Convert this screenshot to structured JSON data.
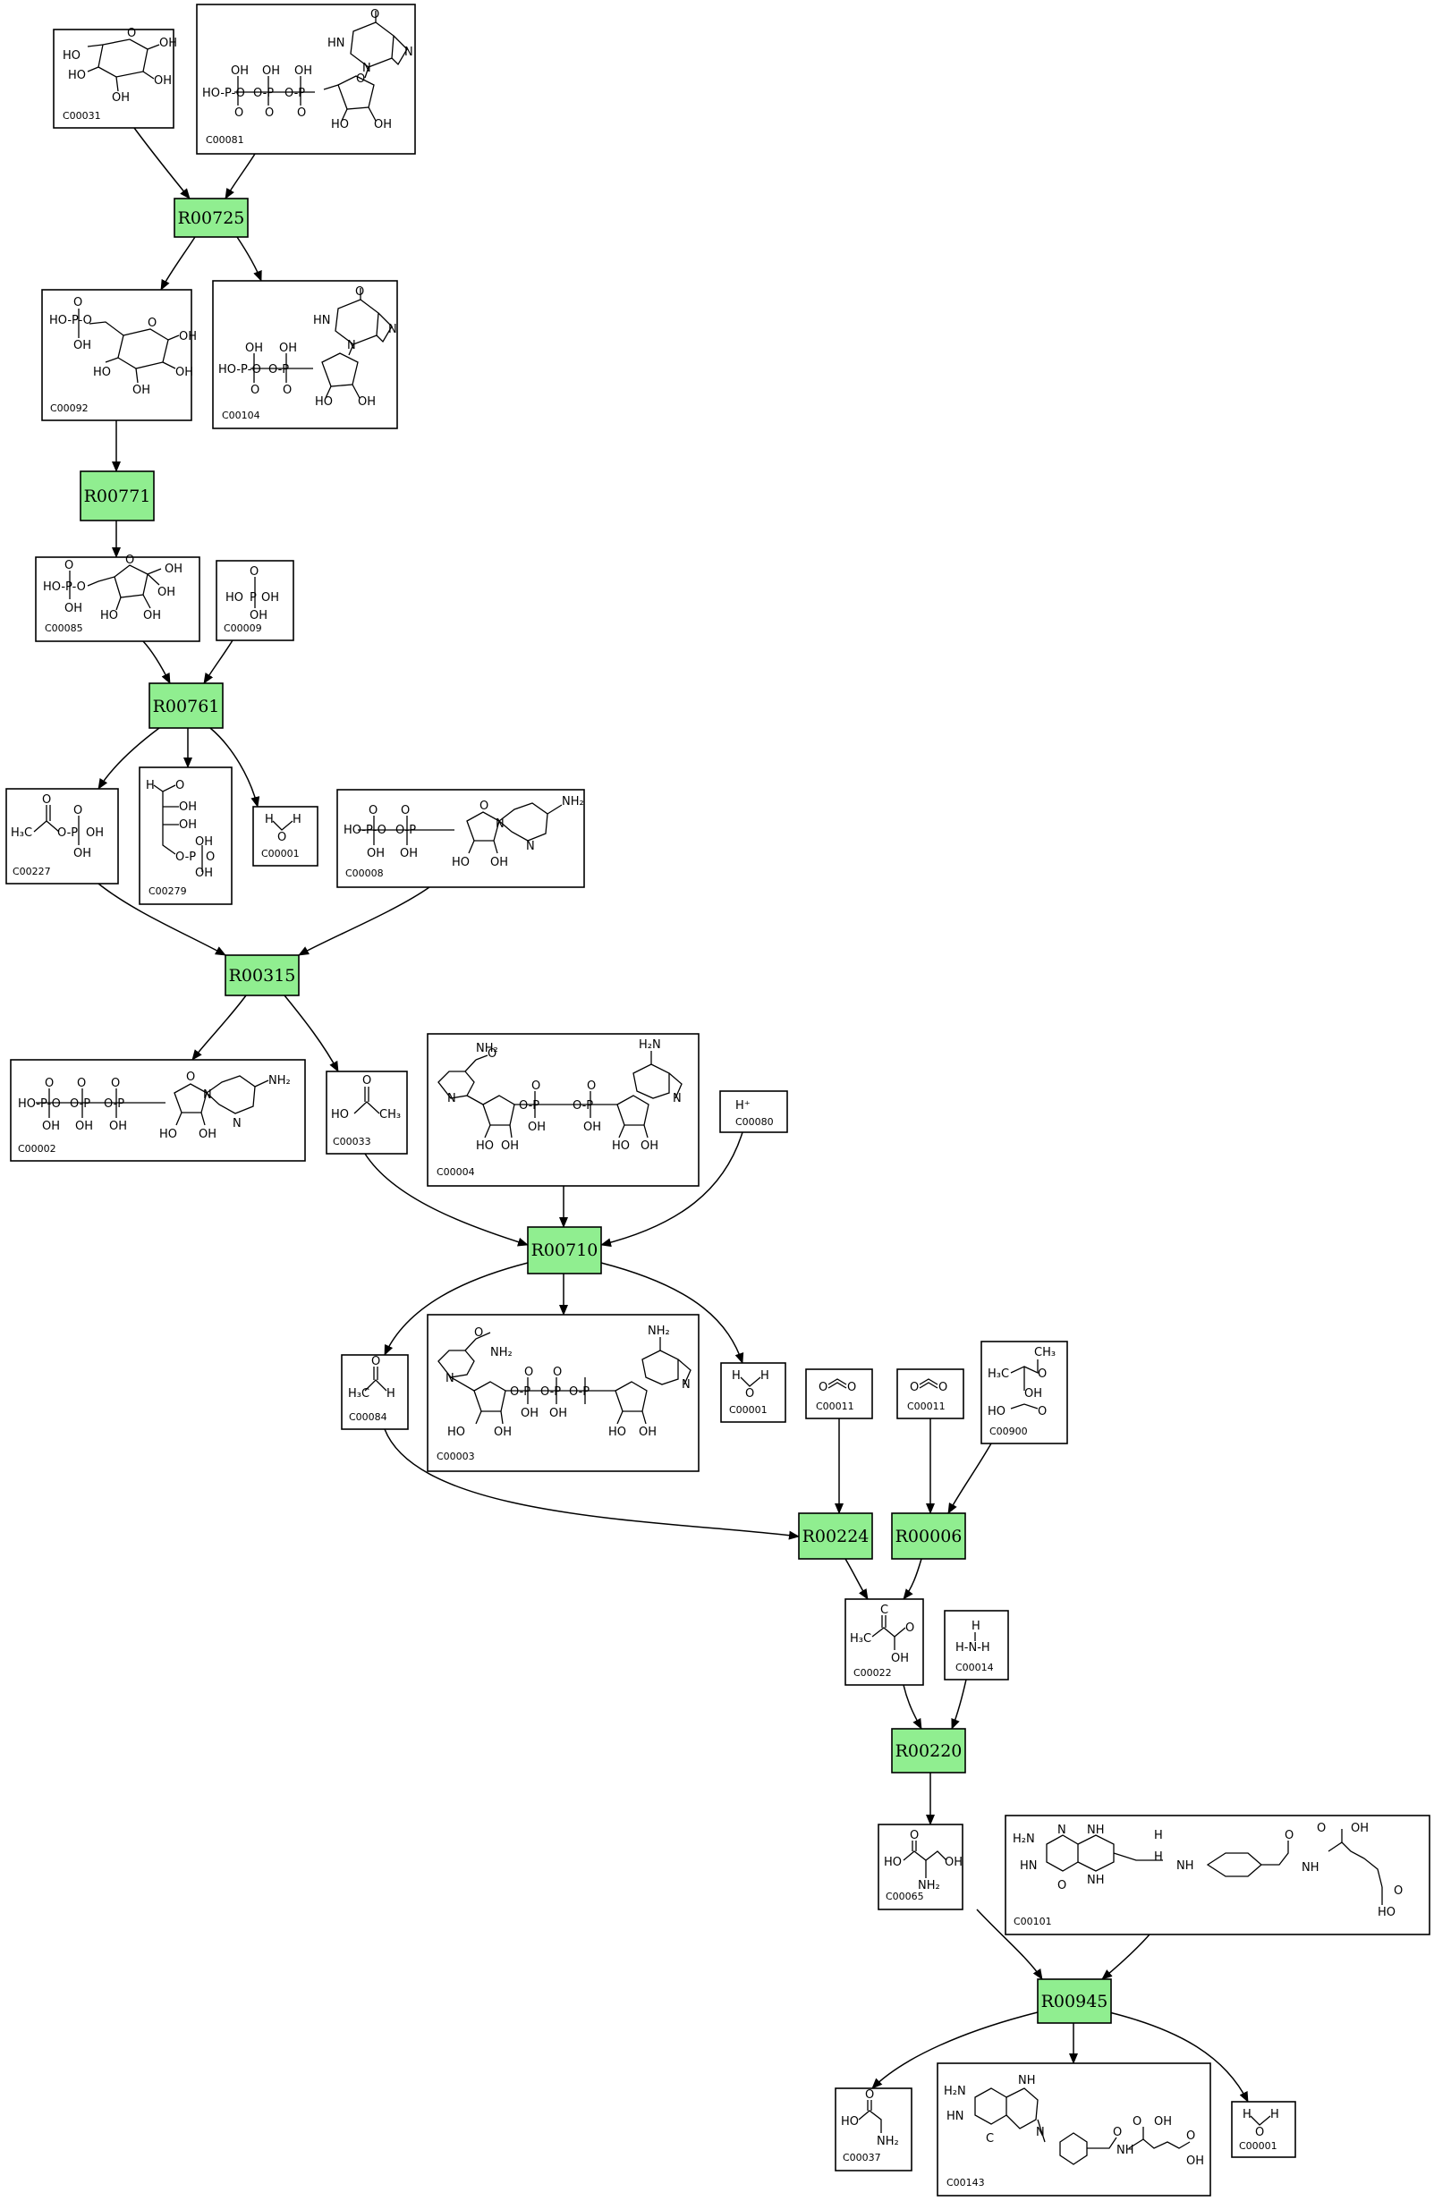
{
  "reactions": [
    {
      "id": "r00725",
      "label": "R00725"
    },
    {
      "id": "r00771",
      "label": "R00771"
    },
    {
      "id": "r00761",
      "label": "R00761"
    },
    {
      "id": "r00315",
      "label": "R00315"
    },
    {
      "id": "r00710",
      "label": "R00710"
    },
    {
      "id": "r00224",
      "label": "R00224"
    },
    {
      "id": "r00006",
      "label": "R00006"
    },
    {
      "id": "r00220",
      "label": "R00220"
    },
    {
      "id": "r00945",
      "label": "R00945"
    }
  ],
  "compounds": [
    {
      "id": "c00031",
      "label": "C00031"
    },
    {
      "id": "c00081",
      "label": "C00081"
    },
    {
      "id": "c00092",
      "label": "C00092"
    },
    {
      "id": "c00104",
      "label": "C00104"
    },
    {
      "id": "c00085",
      "label": "C00085"
    },
    {
      "id": "c00009",
      "label": "C00009"
    },
    {
      "id": "c00227",
      "label": "C00227"
    },
    {
      "id": "c00279",
      "label": "C00279"
    },
    {
      "id": "c00001a",
      "label": "C00001"
    },
    {
      "id": "c00008",
      "label": "C00008"
    },
    {
      "id": "c00002",
      "label": "C00002"
    },
    {
      "id": "c00033",
      "label": "C00033"
    },
    {
      "id": "c00004",
      "label": "C00004"
    },
    {
      "id": "c00080",
      "label": "C00080"
    },
    {
      "id": "c00084",
      "label": "C00084"
    },
    {
      "id": "c00003",
      "label": "C00003"
    },
    {
      "id": "c00001b",
      "label": "C00001"
    },
    {
      "id": "c00011a",
      "label": "C00011"
    },
    {
      "id": "c00011b",
      "label": "C00011"
    },
    {
      "id": "c00900",
      "label": "C00900"
    },
    {
      "id": "c00022",
      "label": "C00022"
    },
    {
      "id": "c00014",
      "label": "C00014"
    },
    {
      "id": "c00065",
      "label": "C00065"
    },
    {
      "id": "c00101",
      "label": "C00101"
    },
    {
      "id": "c00037",
      "label": "C00037"
    },
    {
      "id": "c00143",
      "label": "C00143"
    },
    {
      "id": "c00001c",
      "label": "C00001"
    }
  ],
  "atom_labels": {
    "ho": "HO",
    "oh": "OH",
    "o": "O",
    "p": "P",
    "n": "N",
    "nh": "NH",
    "hn": "HN",
    "hop": "HO-P-O",
    "h3c": "H₃C",
    "ch3": "CH₃",
    "nh2": "NH₂",
    "h2n": "H₂N",
    "h": "H",
    "hplus": "H⁺",
    "c": "C",
    "op": "O-P",
    "h3n": "H-N-H"
  },
  "colors": {
    "reaction_fill": "#90ee90",
    "line": "#000000",
    "background": "#ffffff"
  }
}
